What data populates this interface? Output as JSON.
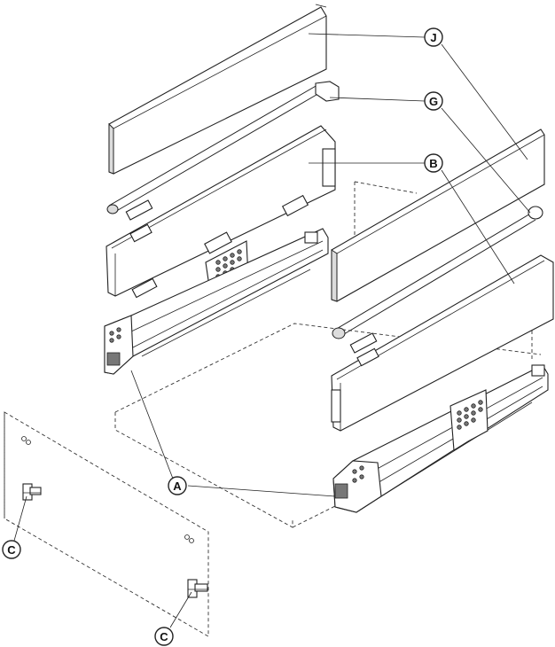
{
  "callouts": {
    "j": "J",
    "g": "G",
    "b": "B",
    "a": "A",
    "c_top": "C",
    "c_bottom": "C"
  }
}
